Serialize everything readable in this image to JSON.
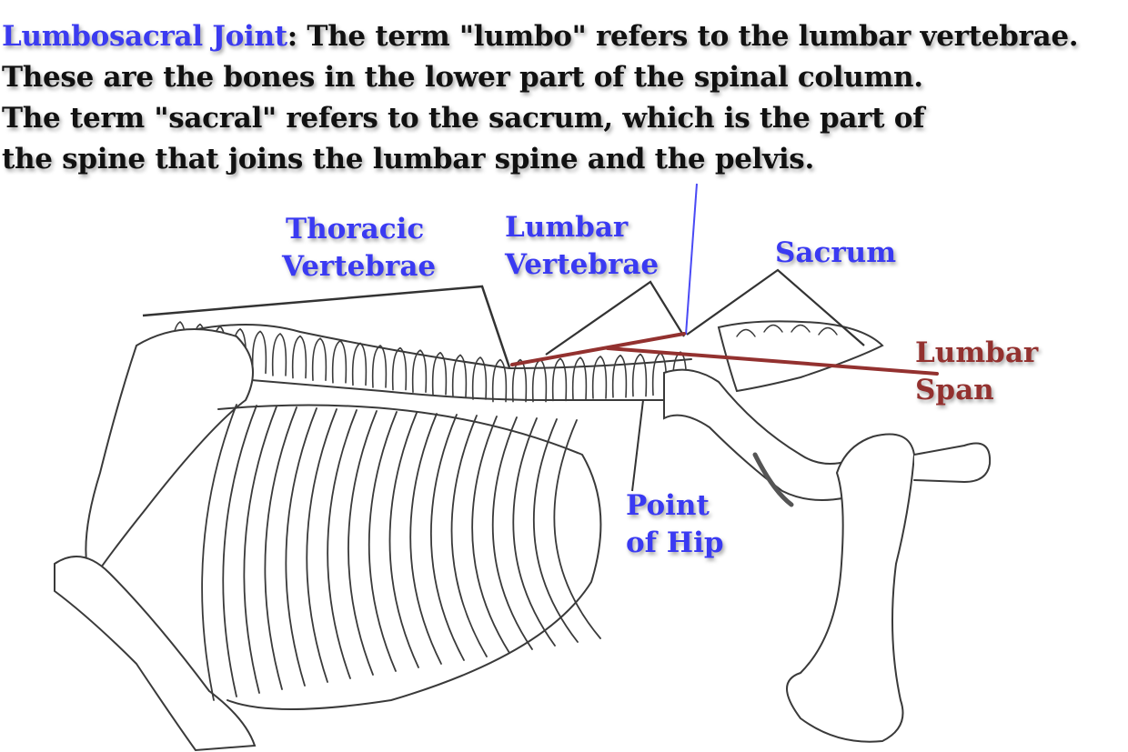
{
  "intro": {
    "term": "Lumbosacral Joint",
    "sep": ":",
    "line1_rest": " The term \"lumbo\" refers to the lumbar vertebrae.",
    "line2": "These are the bones in the lower part of the spinal column.",
    "line3": "The term \"sacral\" refers to the sacrum, which is the part of",
    "line4": "the spine that joins the lumbar spine and the pelvis."
  },
  "labels": {
    "thoracic_1": "Thoracic",
    "thoracic_2": "Vertebrae",
    "lumbar_1": "Lumbar",
    "lumbar_2": "Vertebrae",
    "sacrum": "Sacrum",
    "lumbar_span_1": "Lumbar",
    "lumbar_span_2": "Span",
    "hip_1": "Point",
    "hip_2": "of Hip"
  },
  "colors": {
    "label_blue": "#3a3af2",
    "span_red": "#93312f",
    "leader_dark": "#333333",
    "leader_blue": "#4a4af5"
  }
}
